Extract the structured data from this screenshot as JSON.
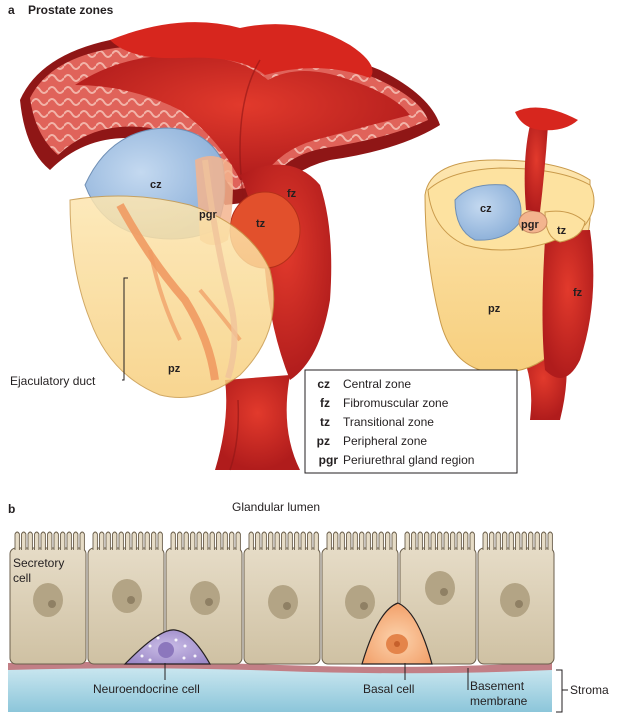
{
  "panel_a": {
    "letter": "a",
    "title": "Prostate zones",
    "labels": {
      "cz": "cz",
      "pgr": "pgr",
      "tz": "tz",
      "fz": "fz",
      "pz": "pz",
      "ejaculatory_duct": "Ejaculatory duct"
    },
    "cross_section_labels": {
      "cz": "cz",
      "pgr": "pgr",
      "tz": "tz",
      "fz": "fz",
      "pz": "pz"
    },
    "legend": [
      {
        "abbr": "cz",
        "text": "Central zone"
      },
      {
        "abbr": "fz",
        "text": "Fibromuscular zone"
      },
      {
        "abbr": "tz",
        "text": "Transitional zone"
      },
      {
        "abbr": "pz",
        "text": "Peripheral zone"
      },
      {
        "abbr": "pgr",
        "text": "Periurethral gland region"
      }
    ]
  },
  "panel_b": {
    "letter": "b",
    "lumen_label": "Glandular lumen",
    "secretory_label_1": "Secretory",
    "secretory_label_2": "cell",
    "neuroendocrine_label": "Neuroendocrine cell",
    "basal_label": "Basal cell",
    "basement_label_1": "Basement",
    "basement_label_2": "membrane",
    "stroma_label": "Stroma"
  },
  "colors": {
    "red": "#d7261e",
    "dark_red": "#a8151a",
    "cz_blue": "#9dbfe3",
    "pz_yellow": "#fbd98f",
    "tz_orange": "#e5512a",
    "cell_tan": "#d9cdb4",
    "nucleus": "#a8997c",
    "stroma_blue": "#a9d4e4",
    "membrane": "#c27f86",
    "basal_orange": "#f6b889",
    "neuro_purple": "#b4a3d6"
  }
}
